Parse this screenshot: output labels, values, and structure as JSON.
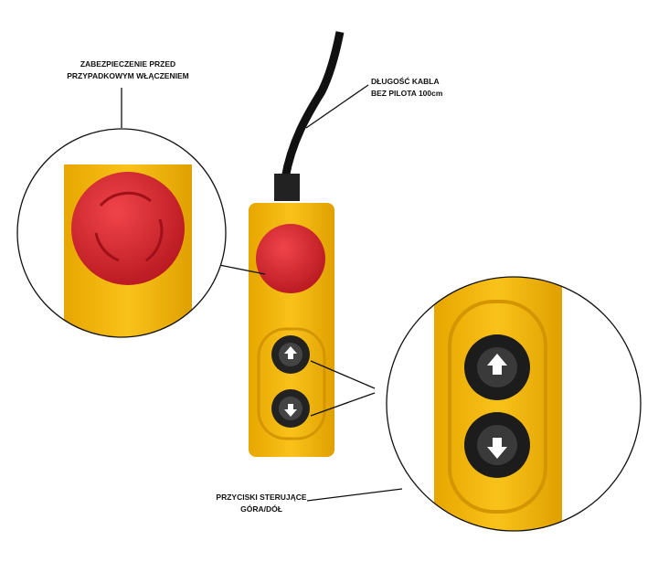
{
  "labels": {
    "safety": [
      "ZABEZPIECZENIE PRZED",
      "PRZYPADKOWYM WŁĄCZENIEM"
    ],
    "cable": [
      "DŁUGOŚĆ KABLA",
      "BEZ PILOTA 100cm"
    ],
    "buttons": [
      "PRZYCISKI STERUJĄCE",
      "GÓRA/DÓŁ"
    ]
  },
  "colors": {
    "yellow": "#f5b800",
    "red": "#d8232a",
    "cable": "#111111"
  }
}
